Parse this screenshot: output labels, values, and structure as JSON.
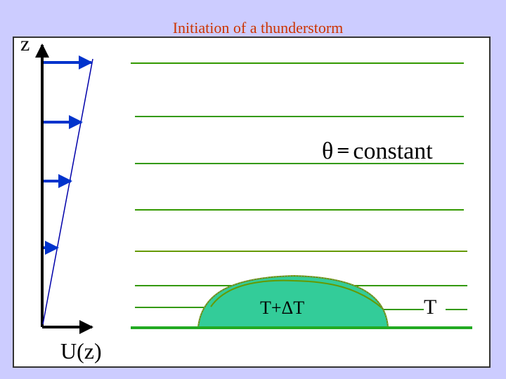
{
  "title": "Initiation of a thunderstorm",
  "axes": {
    "vertical_label": "z",
    "horizontal_label": "U(z)"
  },
  "labels": {
    "theta_symbol": "θ",
    "equals": "=",
    "theta_value": "constant",
    "ambient_temperature": "T",
    "bubble_temperature": "T+ΔT"
  },
  "colors": {
    "background": "#ccccff",
    "title": "#cc3300",
    "isentropes": "#339900",
    "ground": "#22aa22",
    "bubble_fill": "#33cc99",
    "bubble_outline": "#669900",
    "wind_arrows": "#0033cc",
    "profile_line": "#0000aa"
  }
}
